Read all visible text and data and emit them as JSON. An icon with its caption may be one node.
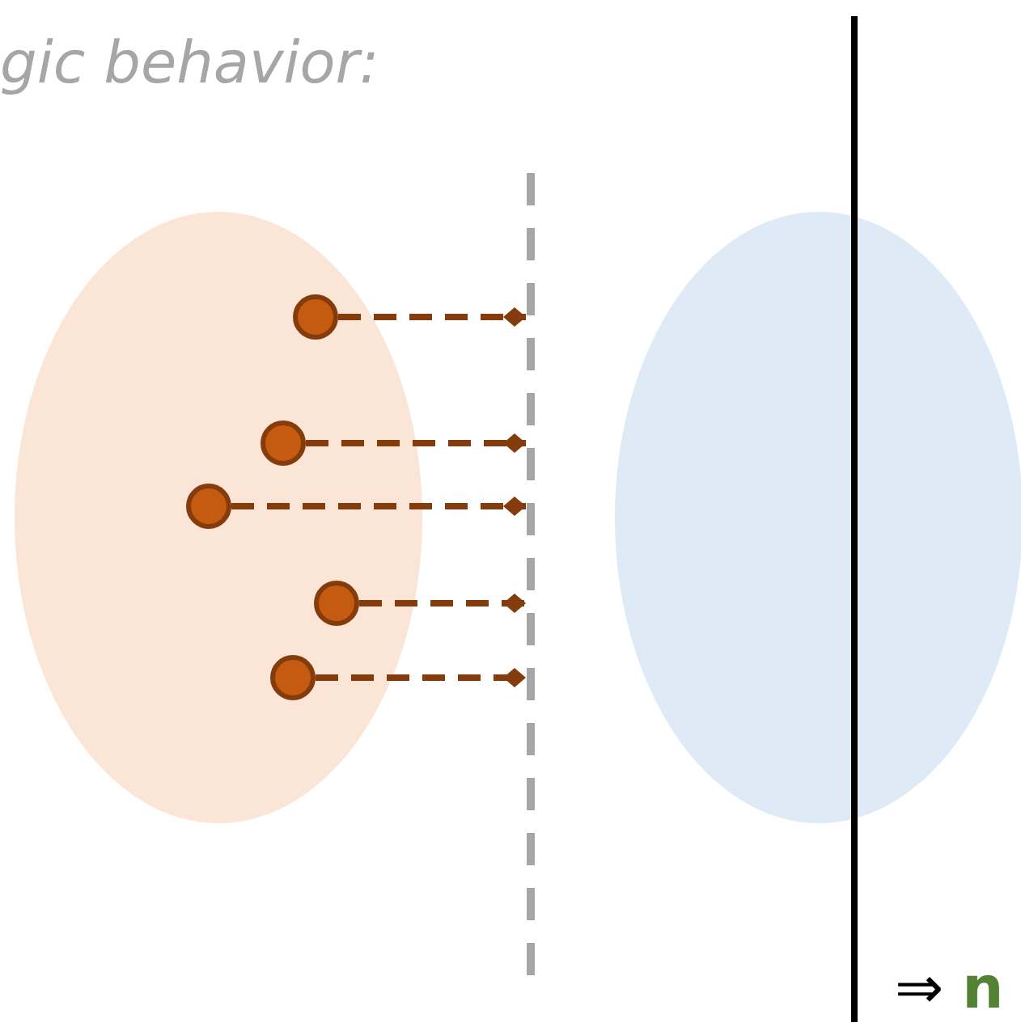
{
  "diagram": {
    "nodes": [
      {
        "text": [],
        "shape": "ellipse"
      },
      {
        "text": [],
        "shape": "circle",
        "in": 0
      },
      {
        "text": [],
        "shape": "circle",
        "in": 0
      },
      {
        "text": [],
        "shape": "circle",
        "in": 0
      },
      {
        "text": [],
        "shape": "circle",
        "in": 0
      },
      {
        "text": [],
        "shape": "circle",
        "in": 0
      },
      {
        "text": [],
        "shape": "bar"
      },
      {
        "text": [],
        "shape": "ellipse"
      }
    ],
    "edges": [
      {
        "from": 1,
        "to": 6,
        "arrow": "other",
        "style": "dashed"
      },
      {
        "from": 2,
        "to": 6,
        "arrow": "other",
        "style": "dashed"
      },
      {
        "from": 3,
        "to": 6,
        "arrow": "other",
        "style": "dashed"
      },
      {
        "from": 4,
        "to": 6,
        "arrow": "other",
        "style": "dashed"
      },
      {
        "from": 5,
        "to": 6,
        "arrow": "other",
        "style": "dashed"
      }
    ],
    "labels": [
      "gic behavior:",
      "⇒ **n**"
    ]
  }
}
